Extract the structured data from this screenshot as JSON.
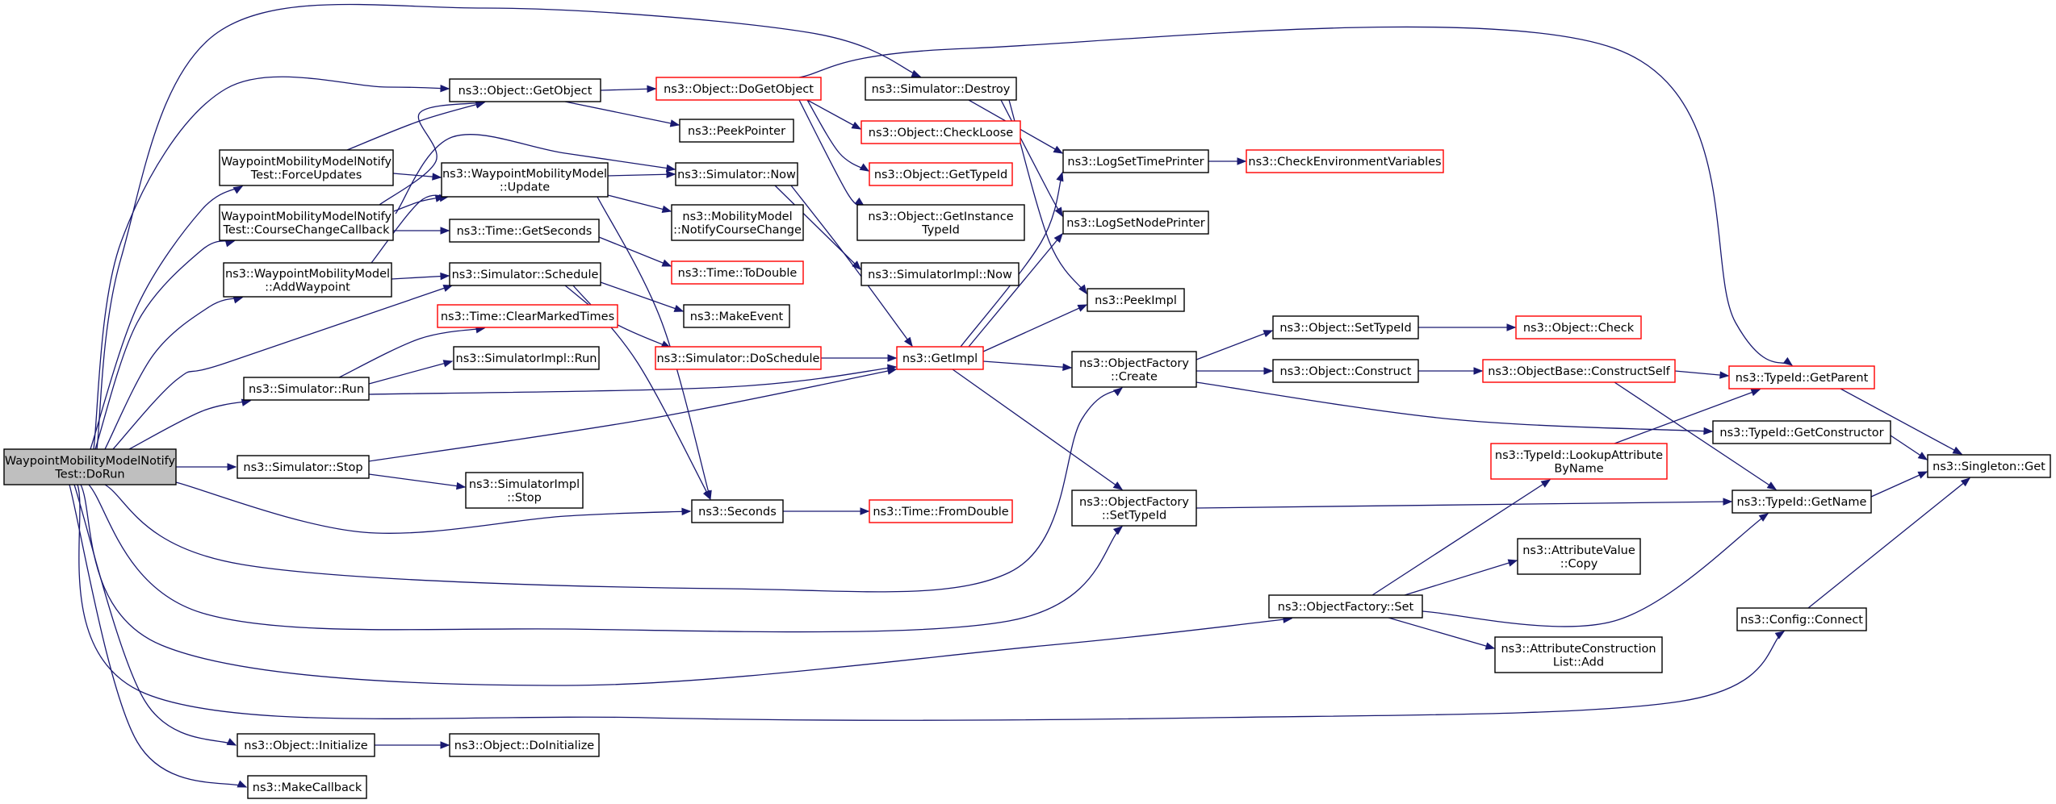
{
  "graph": {
    "edge_color": "#191970",
    "nodes": [
      {
        "id": "root",
        "lines": [
          "WaypointMobilityModelNotify",
          "Test::DoRun"
        ],
        "style": "root"
      },
      {
        "id": "forceupd",
        "lines": [
          "WaypointMobilityModelNotify",
          "Test::ForceUpdates"
        ],
        "style": "normal"
      },
      {
        "id": "ccc",
        "lines": [
          "WaypointMobilityModelNotify",
          "Test::CourseChangeCallback"
        ],
        "style": "normal"
      },
      {
        "id": "addwp",
        "lines": [
          "ns3::WaypointMobilityModel",
          "::AddWaypoint"
        ],
        "style": "normal"
      },
      {
        "id": "simrun",
        "lines": [
          "ns3::Simulator::Run"
        ],
        "style": "normal"
      },
      {
        "id": "simstop",
        "lines": [
          "ns3::Simulator::Stop"
        ],
        "style": "normal"
      },
      {
        "id": "objinit",
        "lines": [
          "ns3::Object::Initialize"
        ],
        "style": "normal"
      },
      {
        "id": "makecb",
        "lines": [
          "ns3::MakeCallback"
        ],
        "style": "normal"
      },
      {
        "id": "getobj",
        "lines": [
          "ns3::Object::GetObject"
        ],
        "style": "normal"
      },
      {
        "id": "wpupdate",
        "lines": [
          "ns3::WaypointMobilityModel",
          "::Update"
        ],
        "style": "normal"
      },
      {
        "id": "getsec",
        "lines": [
          "ns3::Time::GetSeconds"
        ],
        "style": "normal"
      },
      {
        "id": "sched",
        "lines": [
          "ns3::Simulator::Schedule"
        ],
        "style": "normal"
      },
      {
        "id": "clrmark",
        "lines": [
          "ns3::Time::ClearMarkedTimes"
        ],
        "style": "red"
      },
      {
        "id": "simimplrun",
        "lines": [
          "ns3::SimulatorImpl::Run"
        ],
        "style": "normal"
      },
      {
        "id": "simimplstop",
        "lines": [
          "ns3::SimulatorImpl",
          "::Stop"
        ],
        "style": "normal"
      },
      {
        "id": "doinit",
        "lines": [
          "ns3::Object::DoInitialize"
        ],
        "style": "normal"
      },
      {
        "id": "dogetobj",
        "lines": [
          "ns3::Object::DoGetObject"
        ],
        "style": "red"
      },
      {
        "id": "peekptr",
        "lines": [
          "ns3::PeekPointer"
        ],
        "style": "normal"
      },
      {
        "id": "simnow",
        "lines": [
          "ns3::Simulator::Now"
        ],
        "style": "normal"
      },
      {
        "id": "notifycc",
        "lines": [
          "ns3::MobilityModel",
          "::NotifyCourseChange"
        ],
        "style": "normal"
      },
      {
        "id": "todouble",
        "lines": [
          "ns3::Time::ToDouble"
        ],
        "style": "red"
      },
      {
        "id": "makeevent",
        "lines": [
          "ns3::MakeEvent"
        ],
        "style": "normal"
      },
      {
        "id": "dosched",
        "lines": [
          "ns3::Simulator::DoSchedule"
        ],
        "style": "red"
      },
      {
        "id": "seconds",
        "lines": [
          "ns3::Seconds"
        ],
        "style": "normal"
      },
      {
        "id": "simdestroy",
        "lines": [
          "ns3::Simulator::Destroy"
        ],
        "style": "normal"
      },
      {
        "id": "checkloose",
        "lines": [
          "ns3::Object::CheckLoose"
        ],
        "style": "red"
      },
      {
        "id": "objgettid",
        "lines": [
          "ns3::Object::GetTypeId"
        ],
        "style": "red"
      },
      {
        "id": "getinsttid",
        "lines": [
          "ns3::Object::GetInstance",
          "TypeId"
        ],
        "style": "normal"
      },
      {
        "id": "simimplnow",
        "lines": [
          "ns3::SimulatorImpl::Now"
        ],
        "style": "normal"
      },
      {
        "id": "getimpl",
        "lines": [
          "ns3::GetImpl"
        ],
        "style": "red"
      },
      {
        "id": "fromdouble",
        "lines": [
          "ns3::Time::FromDouble"
        ],
        "style": "red"
      },
      {
        "id": "logtime",
        "lines": [
          "ns3::LogSetTimePrinter"
        ],
        "style": "normal"
      },
      {
        "id": "lognode",
        "lines": [
          "ns3::LogSetNodePrinter"
        ],
        "style": "normal"
      },
      {
        "id": "peekimpl",
        "lines": [
          "ns3::PeekImpl"
        ],
        "style": "normal"
      },
      {
        "id": "ofcreate",
        "lines": [
          "ns3::ObjectFactory",
          "::Create"
        ],
        "style": "normal"
      },
      {
        "id": "ofsettid",
        "lines": [
          "ns3::ObjectFactory",
          "::SetTypeId"
        ],
        "style": "normal"
      },
      {
        "id": "checkenv",
        "lines": [
          "ns3::CheckEnvironmentVariables"
        ],
        "style": "red"
      },
      {
        "id": "objsettid",
        "lines": [
          "ns3::Object::SetTypeId"
        ],
        "style": "normal"
      },
      {
        "id": "objconstruct",
        "lines": [
          "ns3::Object::Construct"
        ],
        "style": "normal"
      },
      {
        "id": "ofset",
        "lines": [
          "ns3::ObjectFactory::Set"
        ],
        "style": "normal"
      },
      {
        "id": "objcheck",
        "lines": [
          "ns3::Object::Check"
        ],
        "style": "red"
      },
      {
        "id": "constructself",
        "lines": [
          "ns3::ObjectBase::ConstructSelf"
        ],
        "style": "red"
      },
      {
        "id": "lookupattr",
        "lines": [
          "ns3::TypeId::LookupAttribute",
          "ByName"
        ],
        "style": "red"
      },
      {
        "id": "attrcopy",
        "lines": [
          "ns3::AttributeValue",
          "::Copy"
        ],
        "style": "normal"
      },
      {
        "id": "attrlistadd",
        "lines": [
          "ns3::AttributeConstruction",
          "List::Add"
        ],
        "style": "normal"
      },
      {
        "id": "getparent",
        "lines": [
          "ns3::TypeId::GetParent"
        ],
        "style": "red"
      },
      {
        "id": "getctor",
        "lines": [
          "ns3::TypeId::GetConstructor"
        ],
        "style": "normal"
      },
      {
        "id": "getname",
        "lines": [
          "ns3::TypeId::GetName"
        ],
        "style": "normal"
      },
      {
        "id": "cfgconnect",
        "lines": [
          "ns3::Config::Connect"
        ],
        "style": "normal"
      },
      {
        "id": "singleton",
        "lines": [
          "ns3::Singleton::Get"
        ],
        "style": "normal"
      }
    ]
  }
}
